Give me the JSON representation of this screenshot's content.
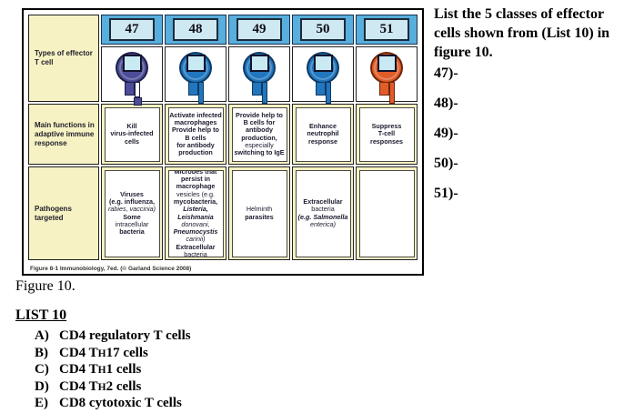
{
  "colors": {
    "band": "#58aedd",
    "numbox": "#cfe9f2",
    "yellow": "#f7f2c4",
    "nucleus": "#c9e9f3"
  },
  "question": {
    "prompt": "List the 5 classes of effector cells shown from (List 10) in figure 10.",
    "blanks": [
      "47)-",
      "48)-",
      "49)-",
      "50)-",
      "51)-"
    ]
  },
  "figure": {
    "caption": "Figure 8-1  Immunobiology, 7ed. (© Garland Science 2008)",
    "label": "Figure 10.",
    "row_labels": [
      "Types of effector\nT cell",
      "Main functions in\nadaptive immune\nresponse",
      "Pathogens targeted"
    ],
    "columns": [
      {
        "number": "47",
        "icon": {
          "name": "t-cell-purple",
          "color": "#4c4c98",
          "outline": "#1e1e48"
        },
        "function": [
          {
            "t": "Kill"
          },
          {
            "t": "virus-infected"
          },
          {
            "t": "cells"
          }
        ],
        "pathogens": [
          {
            "t": "Viruses"
          },
          {
            "t": "(e.g. influenza,"
          },
          {
            "t": "rabies, vaccinia)",
            "i": true,
            "l": true
          },
          {
            "t": "Some"
          },
          {
            "t": "intracellular",
            "l": true
          },
          {
            "t": "bacteria"
          }
        ]
      },
      {
        "number": "48",
        "icon": {
          "name": "t-cell-blue",
          "color": "#2176be",
          "outline": "#0d3a63"
        },
        "function": [
          {
            "t": "Activate infected"
          },
          {
            "t": "macrophages"
          },
          {
            "t": "Provide help to"
          },
          {
            "t": "B cells"
          },
          {
            "t": "for antibody"
          },
          {
            "t": "production"
          }
        ],
        "pathogens": [
          {
            "t": "Microbes that"
          },
          {
            "t": "persist in"
          },
          {
            "t": "macrophage"
          },
          {
            "t": "vesicles (e.g.",
            "l": true
          },
          {
            "t": "mycobacteria,"
          },
          {
            "t": "Listeria,",
            "i": true
          },
          {
            "t": "Leishmania",
            "i": true
          },
          {
            "t": "donovani,",
            "i": true,
            "l": true
          },
          {
            "t": "Pneumocystis",
            "i": true
          },
          {
            "t": "carinii)",
            "i": true,
            "l": true
          },
          {
            "t": "Extracellular"
          },
          {
            "t": "bacteria",
            "l": true
          }
        ]
      },
      {
        "number": "49",
        "icon": {
          "name": "t-cell-blue",
          "color": "#2176be",
          "outline": "#0d3a63"
        },
        "function": [
          {
            "t": "Provide help to"
          },
          {
            "t": "B cells for"
          },
          {
            "t": "antibody"
          },
          {
            "t": "production,"
          },
          {
            "t": "especially",
            "l": true
          },
          {
            "t": "switching to IgE"
          }
        ],
        "pathogens": [
          {
            "t": "Helminth",
            "l": true
          },
          {
            "t": "parasites"
          }
        ]
      },
      {
        "number": "50",
        "icon": {
          "name": "t-cell-blue",
          "color": "#2176be",
          "outline": "#0d3a63"
        },
        "function": [
          {
            "t": "Enhance"
          },
          {
            "t": "neutrophil"
          },
          {
            "t": "response"
          }
        ],
        "pathogens": [
          {
            "t": "Extracellular"
          },
          {
            "t": "bacteria",
            "l": true
          },
          {
            "t": "(e.g. Salmonella",
            "i": true
          },
          {
            "t": "enterica)",
            "i": true,
            "l": true
          }
        ]
      },
      {
        "number": "51",
        "icon": {
          "name": "t-cell-orange",
          "color": "#e05c28",
          "outline": "#6e2508"
        },
        "function": [
          {
            "t": "Suppress"
          },
          {
            "t": "T-cell"
          },
          {
            "t": "responses"
          }
        ],
        "pathogens": []
      }
    ]
  },
  "list": {
    "title": "LIST 10",
    "items": [
      {
        "letter": "A)",
        "pre": "CD4 regulatory T cells",
        "sub": "",
        "post": ""
      },
      {
        "letter": "B)",
        "pre": "CD4 T",
        "sub": "H",
        "post": "17 cells"
      },
      {
        "letter": "C)",
        "pre": "CD4 T",
        "sub": "H",
        "post": "1 cells"
      },
      {
        "letter": "D)",
        "pre": "CD4 T",
        "sub": "H",
        "post": "2 cells"
      },
      {
        "letter": "E)",
        "pre": "CD8 cytotoxic T cells",
        "sub": "",
        "post": ""
      }
    ]
  }
}
